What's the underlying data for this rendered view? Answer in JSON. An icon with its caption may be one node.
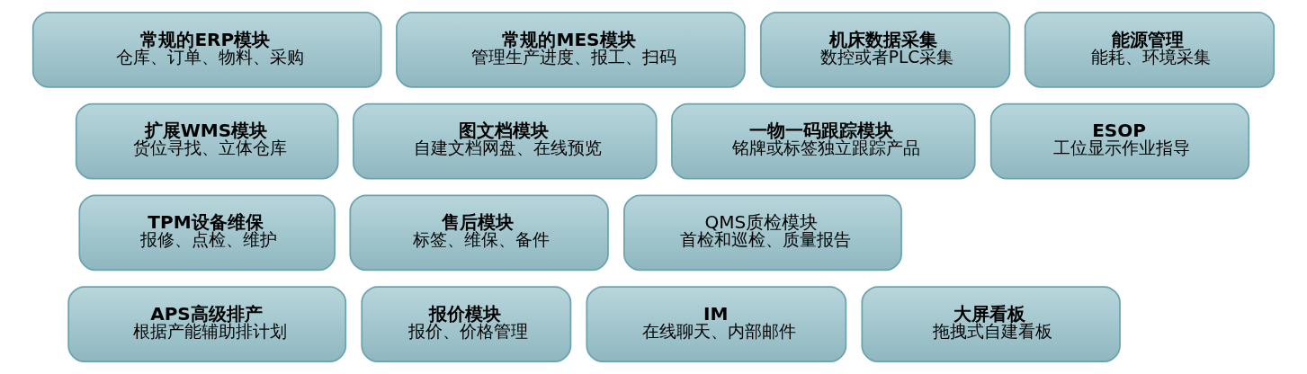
{
  "diagram": {
    "nodes": [
      {
        "text": [
          "常规的ERP模块",
          "仓库、订单、物料、采购"
        ]
      },
      {
        "text": [
          "常规的MES模块",
          "管理生产进度、报工、扫码"
        ]
      },
      {
        "text": [
          "机床数据采集",
          "数控或者PLC采集"
        ]
      },
      {
        "text": [
          "能源管理",
          "能耗、环境采集"
        ]
      },
      {
        "text": [
          "扩展WMS模块",
          "货位寻找、立体仓库"
        ]
      },
      {
        "text": [
          "图文档模块",
          "自建文档网盘、在线预览"
        ]
      },
      {
        "text": [
          "一物一码跟踪模块",
          "铭牌或标签独立跟踪产品"
        ]
      },
      {
        "text": [
          "ESOP",
          "工位显示作业指导"
        ]
      },
      {
        "text": [
          "TPM设备维保",
          "报修、点检、维护"
        ]
      },
      {
        "text": [
          "售后模块",
          "标签、维保、备件"
        ]
      },
      {
        "text": [
          "QMS质检模块",
          "首检和巡检、质量报告"
        ]
      },
      {
        "text": [
          "APS高级排产",
          "根据产能辅助排计划"
        ]
      },
      {
        "text": [
          "报价模块",
          "报价、价格管理"
        ]
      },
      {
        "text": [
          "IM",
          "在线聊天、内部邮件"
        ]
      },
      {
        "text": [
          "大屏看板",
          "拖拽式自建看板"
        ]
      }
    ]
  }
}
